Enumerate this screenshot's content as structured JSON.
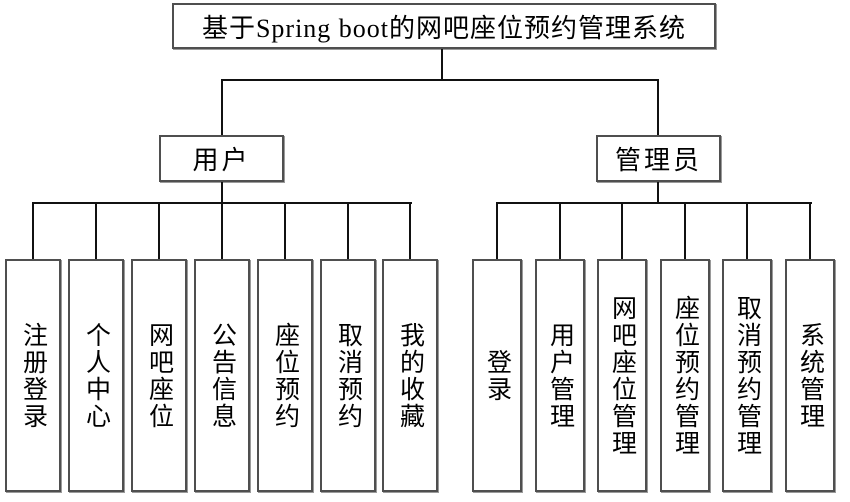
{
  "title": "基于Spring boot的网吧座位预约管理系统",
  "user": {
    "label": "用户",
    "children": [
      "注册登录",
      "个人中心",
      "网吧座位",
      "公告信息",
      "座位预约",
      "取消预约",
      "我的收藏"
    ]
  },
  "admin": {
    "label": "管理员",
    "children": [
      "登录",
      "用户管理",
      "网吧座位管理",
      "座位预约管理",
      "取消预约管理",
      "系统管理"
    ]
  },
  "colors": {
    "background": "#ffffff",
    "box_border": "#4f4f4f",
    "line": "#111111",
    "text": "#000000"
  }
}
